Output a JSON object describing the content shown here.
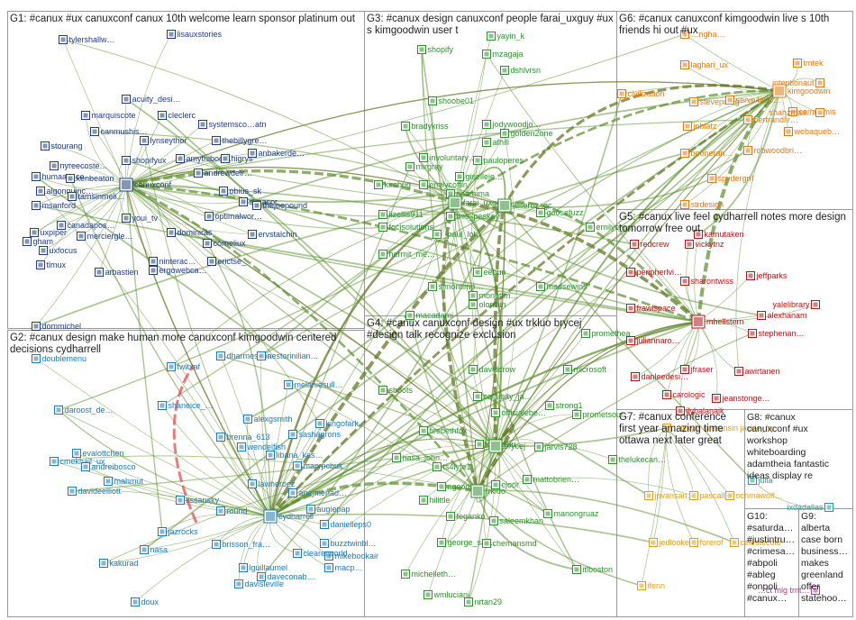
{
  "colors": {
    "G1": "#1f3f7a",
    "G2": "#1f7ab5",
    "G3": "#2f8f2f",
    "G4": "#2f8f2f",
    "G5": "#b01818",
    "G6": "#e07a10",
    "G7": "#d9a020",
    "G8": "#2a9aa0",
    "G9": "#a04080",
    "G10": "#555555",
    "edge": "#5a8f2a",
    "edge_dark": "#5c6e1a",
    "edge_red": "#e05050"
  },
  "groups": [
    {
      "id": "G1",
      "title_lines": [
        "G1: #canux #ux canuxconf canux 10th welcome learn sponsor platinum out"
      ],
      "nodes": [
        "tylershallw…",
        "lisauxstories",
        "acuity_desi…",
        "marquiscote",
        "cleclerc",
        "systemsco…atn",
        "stourang",
        "canmushis…",
        "lynseythor",
        "thebillygre…",
        "nyreecoste…",
        "humaan_ce…",
        "shopifyux",
        "amythibod…",
        "higrys",
        "anbakerde…",
        "algonquinc…",
        "msanford",
        "kenbeaton",
        "canuxconf",
        "andrewdelr…",
        "obius_sk",
        "synacor",
        "tamsinmeli…",
        "thejoepound",
        "uxpiper",
        "canadapos…",
        "youi_tv",
        "optimalwor…",
        "gham",
        "merciergle…",
        "dominiras",
        "ervstalchin",
        "uxfocus",
        "corneliux",
        "tlmux",
        "arbastien",
        "ninterac…",
        "ergowebca…",
        "erictse_",
        "dommichel"
      ]
    },
    {
      "id": "G2",
      "title_lines": [
        "G2: #canux design make human more canuxconf kimgoodwin centered",
        "decisions cydharrell"
      ],
      "nodes": [
        "dharmeshba",
        "nestorinilian…",
        "doublemenu",
        "twitxaf",
        "melaniesull…",
        "shaneice_…",
        "daroost_de…",
        "alexgsmith",
        "brenna_613",
        "sashagrons",
        "kingofark",
        "wendelfish",
        "libana_kas…",
        "cmekhail_ux",
        "evalottchen",
        "andreibosco",
        "marypcbuk",
        "davideelliott",
        "mahmut",
        "lawheroez",
        "anejmehad…",
        "augiepap",
        "cydharrell",
        "danielleps0",
        "lissansky",
        "round",
        "jazrocks",
        "buzztwinbl…",
        "brisson_fra…",
        "mikebookair",
        "clearerworld",
        "macp…",
        "kakurad",
        "nasa",
        "lguillaumel",
        "daveconab…",
        "davisleville",
        "doux"
      ]
    },
    {
      "id": "G3",
      "title_lines": [
        "G3: #canux design canuxconf people farai_uxguy #ux",
        "s kimgoodwin user t"
      ],
      "nodes": [
        "shopify",
        "yayin_k",
        "mzagaja",
        "dshlvrsn",
        "shoobe01",
        "bradykriss",
        "jodywoodjo…",
        "golden2one",
        "involuntary…",
        "mirgray",
        "afhill",
        "pauloperes",
        "giselleje…",
        "kirabug",
        "emilycoffin",
        "shamima",
        "farai_uxguy",
        "aliferoz_gc",
        "goosefuzz",
        "lizellis911",
        "focisolutions",
        "this_peskay",
        "emilychr…",
        "_paul_loh",
        "hermit_me…",
        "eebun_",
        "simontimp…",
        "monettm…",
        "madsewins",
        "olorrain",
        "macadami"
      ]
    },
    {
      "id": "G4",
      "title_lines": [
        "G4: #canux canuxconf design #ux trkluo brycej",
        "#design talk recognize exclusion"
      ],
      "nodes": [
        "promethea",
        "microsoft",
        "davidcrow",
        "sboots",
        "calamity_ja…",
        "officialebe…",
        "strong1",
        "prometsour…",
        "firebethfox",
        "kaleemu",
        "brycej",
        "jarvis728",
        "nasa_john…",
        "thelukecan…",
        "ts4lyfe1",
        "agoodrum",
        "mattobrien…",
        "trkluo",
        "cjoor",
        "hilittle",
        "manongruaz",
        "teganko",
        "saleemkhan",
        "george_sal…",
        "chemansmd",
        "itlboston",
        "michelleth…",
        "wmluciani",
        "nrtan29"
      ]
    },
    {
      "id": "G5",
      "title_lines": [
        "G5: #canux live feel cydharrell notes more design",
        "tomorrow free out"
      ],
      "nodes": [
        "redcrew",
        "kamutaken",
        "vickytnz",
        "peripherlvi…",
        "sharontwiss",
        "jeffparks",
        "frawlspace",
        "yalelibrary",
        "alexhanam",
        "mhellstern",
        "juliannaro…",
        "stephenan…",
        "danleedesi…",
        "jfraser",
        "awirtanen",
        "carologic",
        "jeanstonge…",
        "ilybalanaik"
      ]
    },
    {
      "id": "G6",
      "title_lines": [
        "G6: #canux canuxconf kimgoodwin live s 10th",
        "friends hi out #ux"
      ],
      "nodes": [
        "…ngha…",
        "laghari_ux",
        "tmtek",
        "intentionaut",
        "civilization",
        "steveportig",
        "serve4imp…",
        "kimgoodwin",
        "camnomis",
        "shahzmas…",
        "bertrandlir…",
        "jnblatz",
        "webaqueb…",
        "booneran…",
        "robwoodbri…",
        "spydergrrl",
        "strdesign"
      ]
    },
    {
      "id": "G7",
      "title_lines": [
        "G7: #canux conference",
        "first year amazing time",
        "ottawa next later great"
      ],
      "nodes": [
        "…lykylir simransin jackie_fry",
        "jpvansan…",
        "pascalla",
        "ochmawolf…",
        "jedlooker",
        "forerof",
        "celestecote",
        "ifenn"
      ]
    },
    {
      "id": "G8",
      "title_lines": [
        "G8: #canux",
        "canuxconf #ux",
        "workshop",
        "whiteboarding",
        "adamtheia fantastic",
        "ideas display re"
      ],
      "nodes": [
        "julia",
        "ixdadallas"
      ]
    },
    {
      "id": "G10",
      "title_lines": [
        "G10:",
        "#saturda…",
        "#justintru…",
        "#crimesa…",
        "#abpoli",
        "#ableg",
        "#onpoli",
        "#canux…"
      ],
      "nodes": []
    },
    {
      "id": "G9",
      "title_lines": [
        "G9:",
        "alberta",
        "case born",
        "business…",
        "makes",
        "greenland",
        "offer",
        "statehoo…"
      ],
      "nodes": [
        "…ct mlg trnt…"
      ]
    }
  ]
}
